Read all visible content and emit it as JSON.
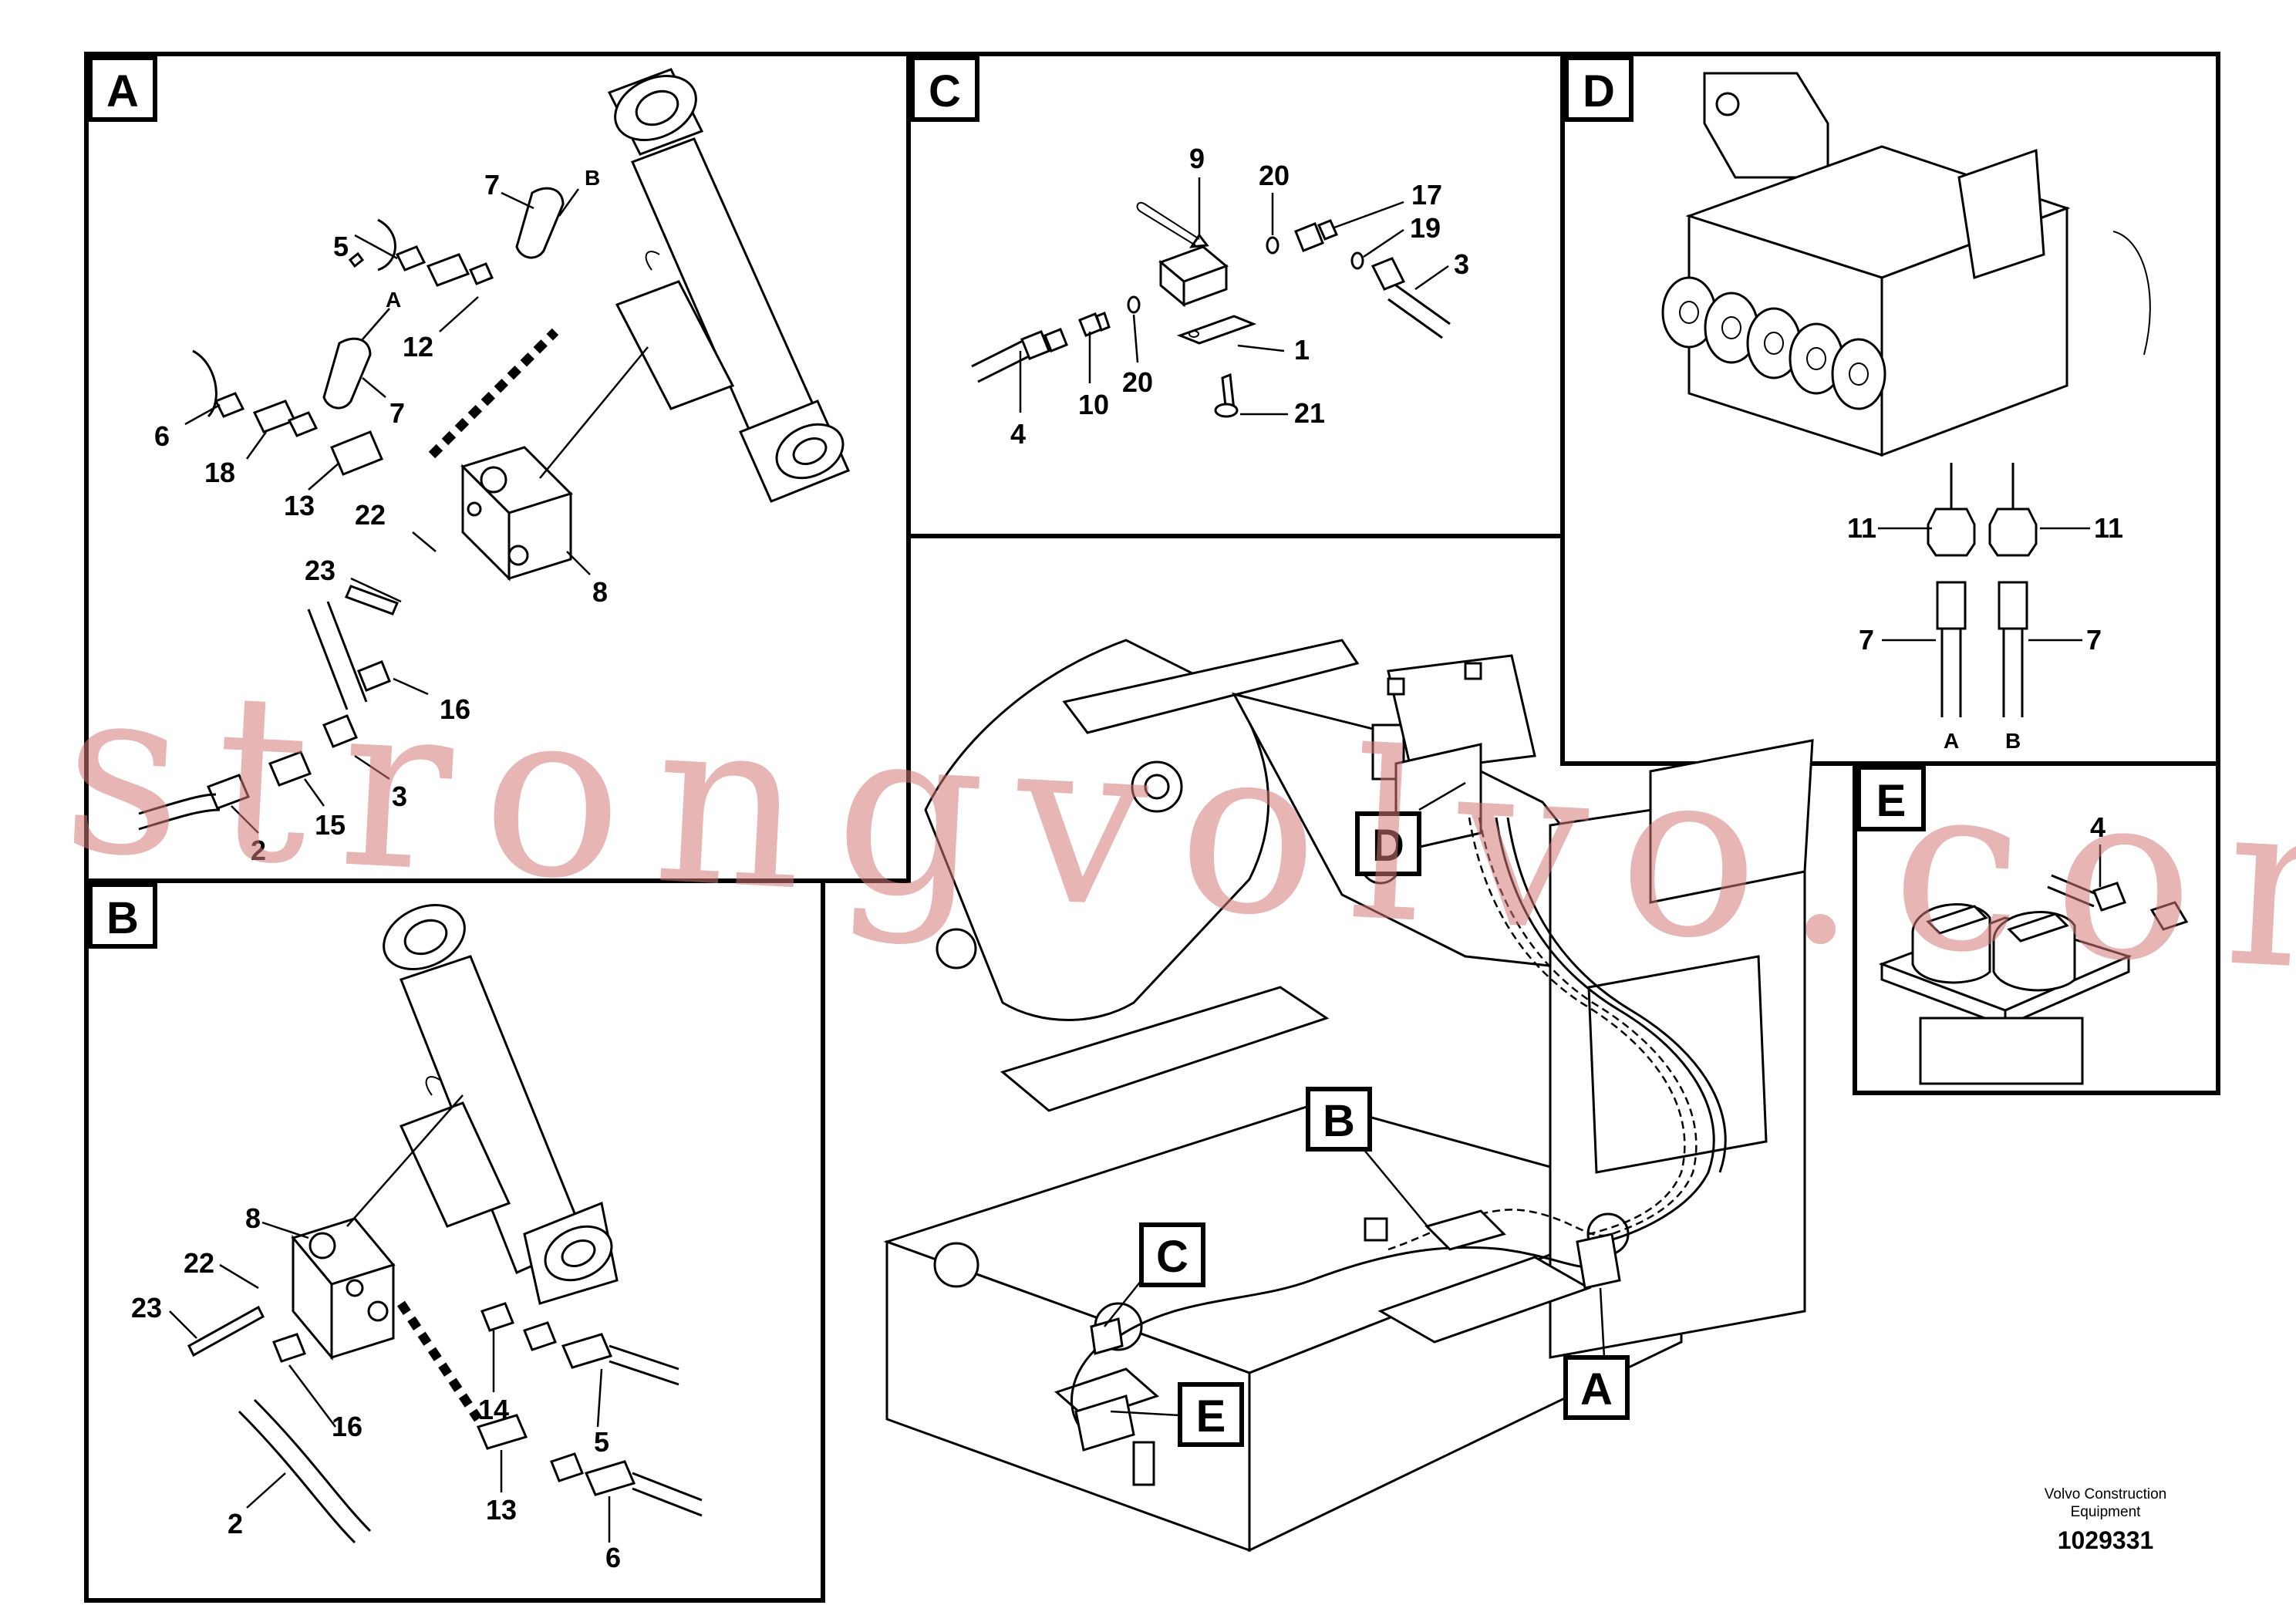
{
  "panels": {
    "A": {
      "label": "A",
      "callouts": [
        "7",
        "B",
        "5",
        "12",
        "A",
        "7",
        "6",
        "18",
        "13",
        "22",
        "23",
        "8",
        "16",
        "3",
        "15",
        "2"
      ]
    },
    "B": {
      "label": "B",
      "callouts": [
        "8",
        "22",
        "23",
        "16",
        "14",
        "5",
        "2",
        "13",
        "6"
      ]
    },
    "C": {
      "label": "C",
      "callouts": [
        "9",
        "20",
        "17",
        "19",
        "3",
        "1",
        "4",
        "10",
        "20",
        "21"
      ]
    },
    "D": {
      "label": "D",
      "callouts": [
        "11",
        "11",
        "7",
        "7",
        "A",
        "B"
      ]
    },
    "E": {
      "label": "E",
      "callouts": [
        "4"
      ]
    }
  },
  "overview": {
    "markers": [
      "D",
      "B",
      "C",
      "E",
      "A"
    ]
  },
  "watermark": "strongvolvo.com",
  "company_line1": "Volvo Construction",
  "company_line2": "Equipment",
  "doc_number": "1029331"
}
